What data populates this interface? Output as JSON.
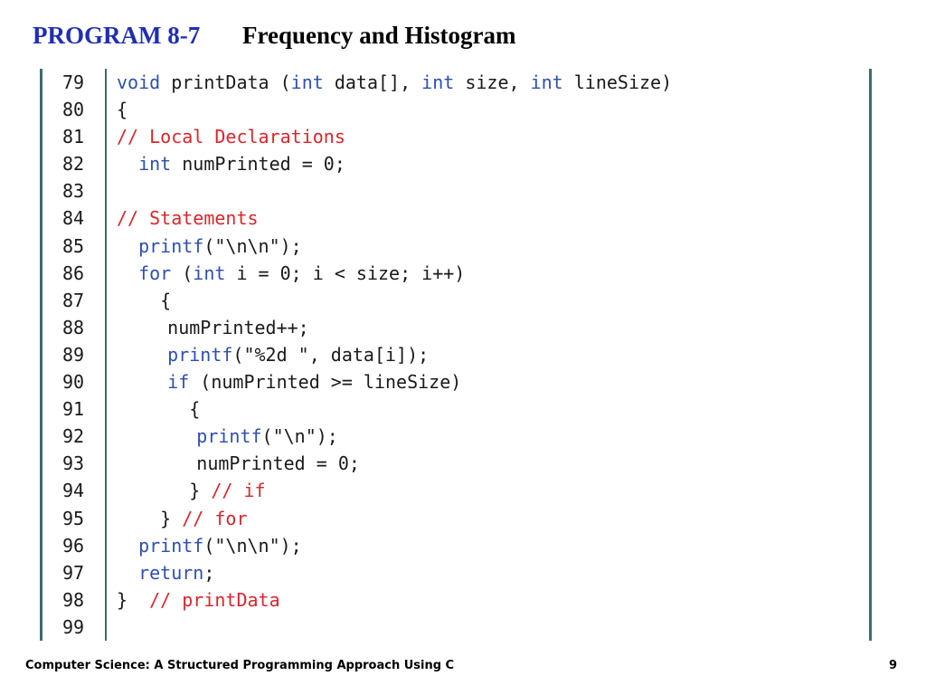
{
  "title": {
    "label": "PROGRAM 8-7",
    "text": "Frequency and Histogram"
  },
  "colors": {
    "title_label": "#1f2fb3",
    "keyword": "#2e4fb0",
    "comment": "#d9262c",
    "text": "#1a1a1a",
    "frame": "#3f6a70"
  },
  "code_lines": [
    {
      "num": "79",
      "indent": 0,
      "tokens": [
        {
          "t": "void",
          "k": "kw"
        },
        {
          "t": " printData (",
          "k": "tx"
        },
        {
          "t": "int",
          "k": "kw"
        },
        {
          "t": " data[], ",
          "k": "tx"
        },
        {
          "t": "int",
          "k": "kw"
        },
        {
          "t": " size, ",
          "k": "tx"
        },
        {
          "t": "int",
          "k": "kw"
        },
        {
          "t": " lineSize)",
          "k": "tx"
        }
      ]
    },
    {
      "num": "80",
      "indent": 0,
      "tokens": [
        {
          "t": "{",
          "k": "tx"
        }
      ]
    },
    {
      "num": "81",
      "indent": 0,
      "tokens": [
        {
          "t": "// Local Declarations",
          "k": "cm"
        }
      ]
    },
    {
      "num": "82",
      "indent": 3,
      "tokens": [
        {
          "t": "int",
          "k": "kw"
        },
        {
          "t": " numPrinted = 0;",
          "k": "tx"
        }
      ]
    },
    {
      "num": "83",
      "indent": 0,
      "tokens": []
    },
    {
      "num": "84",
      "indent": 0,
      "tokens": [
        {
          "t": "// Statements",
          "k": "cm"
        }
      ]
    },
    {
      "num": "85",
      "indent": 3,
      "tokens": [
        {
          "t": "printf",
          "k": "fn"
        },
        {
          "t": "(\"\\n\\n\");",
          "k": "tx"
        }
      ]
    },
    {
      "num": "86",
      "indent": 3,
      "tokens": [
        {
          "t": "for",
          "k": "kw"
        },
        {
          "t": " (",
          "k": "tx"
        },
        {
          "t": "int",
          "k": "kw"
        },
        {
          "t": " i = 0; i < size; i++)",
          "k": "tx"
        }
      ]
    },
    {
      "num": "87",
      "indent": 6,
      "tokens": [
        {
          "t": "{",
          "k": "tx"
        }
      ]
    },
    {
      "num": "88",
      "indent": 7,
      "tokens": [
        {
          "t": "numPrinted++;",
          "k": "tx"
        }
      ]
    },
    {
      "num": "89",
      "indent": 7,
      "tokens": [
        {
          "t": "printf",
          "k": "fn"
        },
        {
          "t": "(\"%2d \", data[i]);",
          "k": "tx"
        }
      ]
    },
    {
      "num": "90",
      "indent": 7,
      "tokens": [
        {
          "t": "if",
          "k": "kw"
        },
        {
          "t": " (numPrinted >= lineSize)",
          "k": "tx"
        }
      ]
    },
    {
      "num": "91",
      "indent": 10,
      "tokens": [
        {
          "t": "{",
          "k": "tx"
        }
      ]
    },
    {
      "num": "92",
      "indent": 11,
      "tokens": [
        {
          "t": "printf",
          "k": "fn"
        },
        {
          "t": "(\"\\n\");",
          "k": "tx"
        }
      ]
    },
    {
      "num": "93",
      "indent": 11,
      "tokens": [
        {
          "t": "numPrinted = 0;",
          "k": "tx"
        }
      ]
    },
    {
      "num": "94",
      "indent": 10,
      "tokens": [
        {
          "t": "} ",
          "k": "tx"
        },
        {
          "t": "// if",
          "k": "cm"
        }
      ]
    },
    {
      "num": "95",
      "indent": 6,
      "tokens": [
        {
          "t": "} ",
          "k": "tx"
        },
        {
          "t": "// for",
          "k": "cm"
        }
      ]
    },
    {
      "num": "96",
      "indent": 3,
      "tokens": [
        {
          "t": "printf",
          "k": "fn"
        },
        {
          "t": "(\"\\n\\n\");",
          "k": "tx"
        }
      ]
    },
    {
      "num": "97",
      "indent": 3,
      "tokens": [
        {
          "t": "return",
          "k": "kw"
        },
        {
          "t": ";",
          "k": "tx"
        }
      ]
    },
    {
      "num": "98",
      "indent": 0,
      "tokens": [
        {
          "t": "}  ",
          "k": "tx"
        },
        {
          "t": "// printData",
          "k": "cm"
        }
      ]
    },
    {
      "num": "99",
      "indent": 0,
      "tokens": []
    }
  ],
  "footer": {
    "book": "Computer Science: A Structured Programming Approach Using C",
    "page": "9"
  }
}
